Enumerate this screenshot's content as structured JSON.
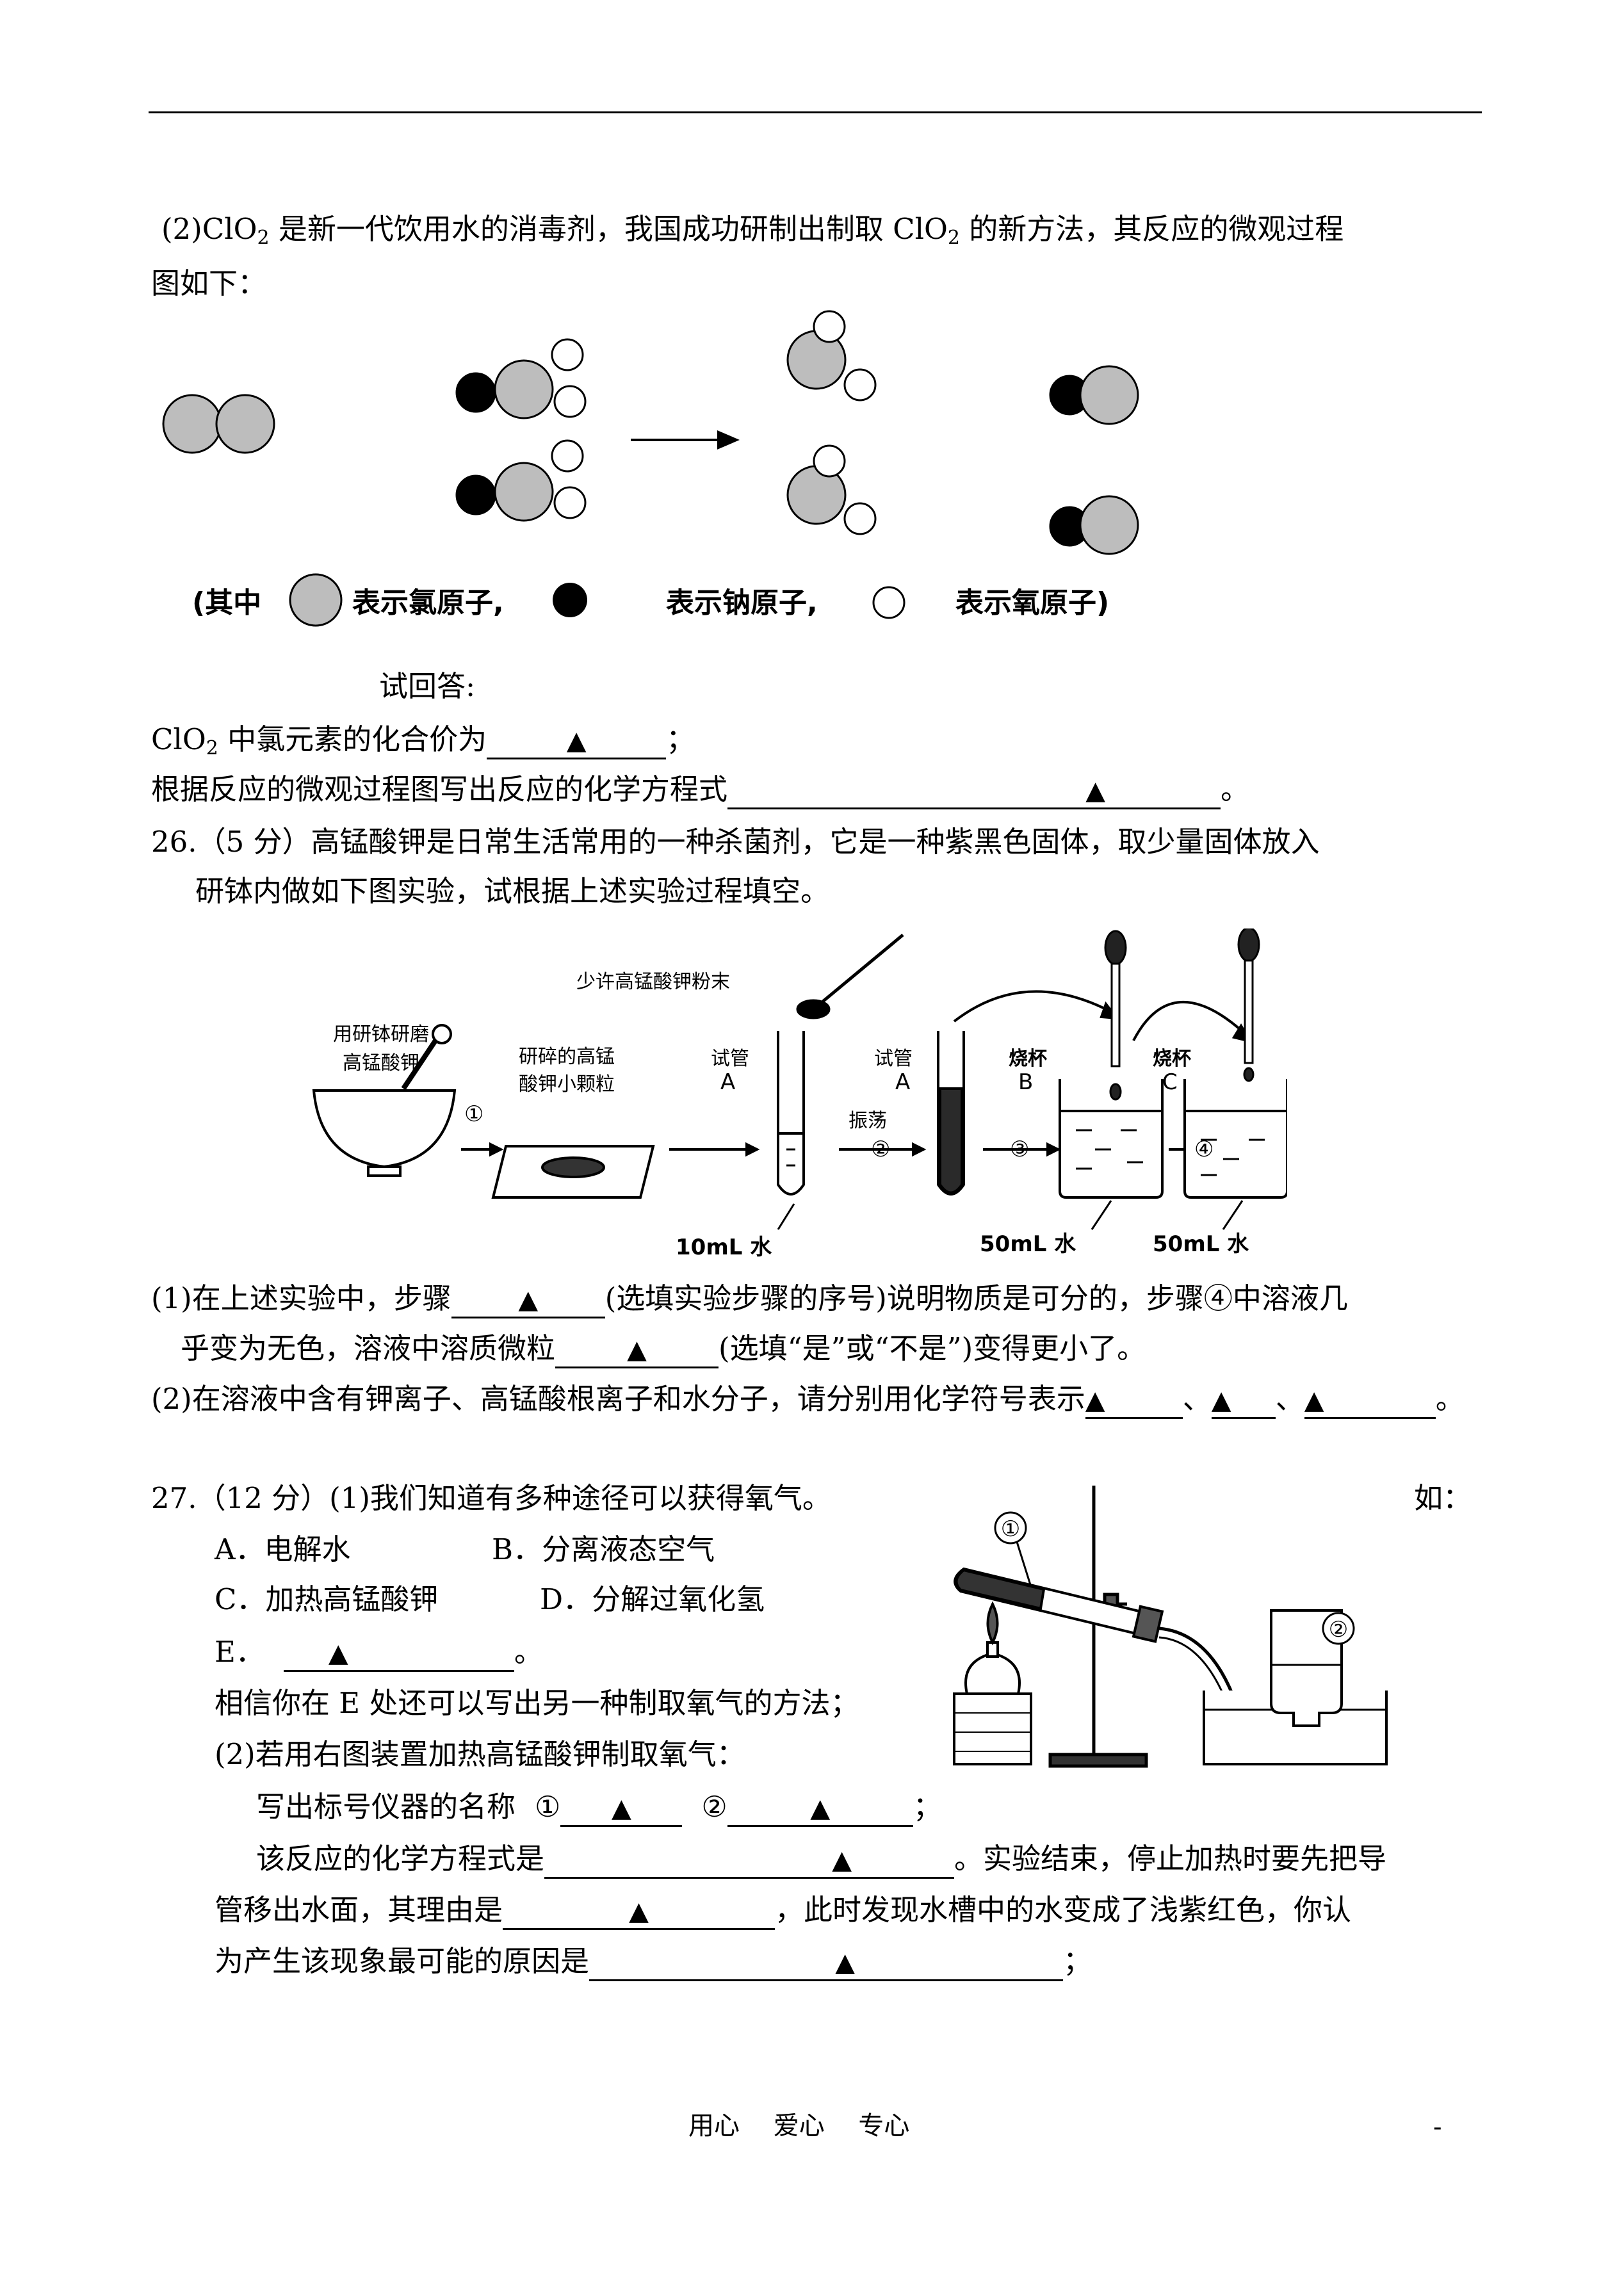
{
  "q25_part2": {
    "line1_a": "(2)ClO",
    "line1_b": " 是新一代饮用水的消毒剂，我国成功研制出制取 ClO",
    "line1_c": " 的新方法，其反应的微观过程",
    "line2": "图如下：",
    "sub2": "2",
    "legend": {
      "open": "(其中",
      "cl": "表示氯原子,",
      "na": "表示钠原子,",
      "o": "表示氧原子)"
    },
    "prompt": "试回答:",
    "q1_a": "ClO",
    "q1_b": " 中氯元素的化合价为",
    "q1_end": "；",
    "q2": "根据反应的微观过程图写出反应的化学方程式",
    "q2_end": "。"
  },
  "marker": "▲",
  "q26": {
    "line1": "26.（5 分）高锰酸钾是日常生活常用的一种杀菌剂，它是一种紫黑色固体，取少量固体放入",
    "line2": "研钵内做如下图实验，试根据上述实验过程填空。",
    "figure": {
      "grind_label_1": "用研钵研磨",
      "grind_label_2": "高锰酸钾",
      "particles_label_1": "研碎的高锰",
      "particles_label_2": "酸钾小颗粒",
      "powder_label": "少许高锰酸钾粉末",
      "tube_a_1": "试管",
      "tube_a_2": "A",
      "tube_a2_1": "试管",
      "tube_a2_2": "A",
      "shake": "振荡",
      "beaker_b_1": "烧杯",
      "beaker_b_2": "B",
      "beaker_c_1": "烧杯",
      "beaker_c_2": "C",
      "step1": "①",
      "step2": "②",
      "step3": "③",
      "step4": "④",
      "water10": "10mL 水",
      "water50a": "50mL 水",
      "water50b": "50mL 水"
    },
    "p1_a": "(1)在上述实验中，步骤",
    "p1_b": "(选填实验步骤的序号)说明物质是可分的，步骤④中溶液几",
    "p1_c": "乎变为无色，溶液中溶质微粒",
    "p1_d": "(选填“是”或“不是”)变得更小了。",
    "p2_a": "(2)在溶液中含有钾离子、高锰酸根离子和水分子，请分别用化学符号表示",
    "sep": "、",
    "p2_end": "。"
  },
  "q27": {
    "line1": "27.（12 分）(1)我们知道有多种途径可以获得氧气。",
    "line1_right": "如：",
    "optA": "A．电解水",
    "optB": "B．分离液态空气",
    "optC": "C．加热高锰酸钾",
    "optD": "D．分解过氧化氢",
    "optE": "E．",
    "optE_end": "。",
    "believe": "相信你在 E 处还可以写出另一种制取氧气的方法；",
    "p2": "(2)若用右图装置加热高锰酸钾制取氧气：",
    "names": "写出标号仪器的名称",
    "n1": "①",
    "n2": "②",
    "names_end": "；",
    "eq_a": "该反应的化学方程式是",
    "eq_b": "。实验结束，停止加热时要先把导",
    "reason_a": "管移出水面，其理由是",
    "reason_b": "，此时发现水槽中的水变成了浅紫红色，你认",
    "cause_a": "为产生该现象最可能的原因是",
    "cause_end": "；",
    "fig_label1": "①",
    "fig_label2": "②"
  },
  "footer": {
    "text": "用心　 爱心　 专心",
    "dash": "-"
  }
}
